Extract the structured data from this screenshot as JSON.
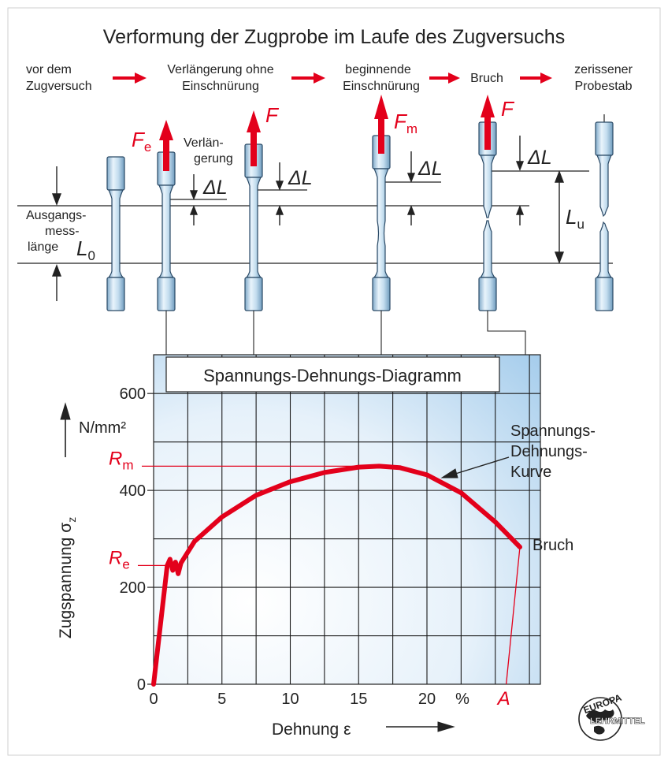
{
  "title": "Verformung der Zugprobe im Laufe des Zugversuchs",
  "stages": [
    {
      "line1": "vor dem",
      "line2": "Zugversuch"
    },
    {
      "line1": "Verlängerung ohne",
      "line2": "Einschnürung"
    },
    {
      "line1": "beginnende",
      "line2": "Einschnürung"
    },
    {
      "line1": "Bruch",
      "line2": ""
    },
    {
      "line1": "zerissener",
      "line2": "Probestab"
    }
  ],
  "labels": {
    "ausgang1": "Ausgangs-",
    "ausgang2": "mess-",
    "ausgang3": "länge",
    "L0": "L",
    "L0_sub": "0",
    "verl1": "Verlän-",
    "verl2": "gerung",
    "Fe": "F",
    "Fe_sub": "e",
    "F": "F",
    "Fm": "F",
    "Fm_sub": "m",
    "dL": "ΔL",
    "Lu": "L",
    "Lu_sub": "u"
  },
  "chart_data": {
    "type": "line",
    "title": "Spannungs-Dehnungs-Diagramm",
    "xlabel": "Dehnung ε",
    "ylabel": "Zugspannung σ",
    "ylabel_sub": "z",
    "yunit": "N/mm²",
    "xunit": "%",
    "xlim": [
      0,
      28.3
    ],
    "ylim": [
      0,
      680
    ],
    "x_ticks": [
      0,
      5,
      10,
      15,
      20
    ],
    "y_ticks": [
      0,
      200,
      400,
      600
    ],
    "grid": true,
    "Re_label": "R",
    "Re_sub": "e",
    "Rm_label": "R",
    "Rm_sub": "m",
    "A_label": "A",
    "break_label": "Bruch",
    "curve_label": [
      "Spannungs-",
      "Dehnungs-",
      "Kurve"
    ],
    "Re_value": 245,
    "Rm_value": 450,
    "A_value": 25.8,
    "colors": {
      "curve": "#e3001b",
      "grid": "#1a1a1a",
      "bg_light": "#eef5fb",
      "bg_dark": "#9cc8ea"
    },
    "series": [
      {
        "x": [
          0,
          1.0,
          1.2,
          1.4,
          1.6,
          1.8,
          2.0,
          3,
          5,
          7.5,
          10,
          12.5,
          15,
          16.5,
          18,
          20,
          22.5,
          25,
          26.8
        ],
        "y": [
          0,
          245,
          258,
          235,
          252,
          228,
          250,
          295,
          345,
          390,
          418,
          437,
          448,
          450,
          447,
          432,
          395,
          335,
          283
        ]
      }
    ]
  }
}
